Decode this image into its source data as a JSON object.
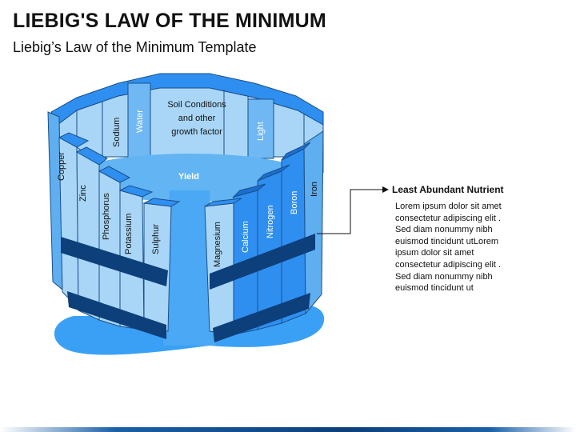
{
  "header": {
    "title": "LIEBIG'S LAW OF THE MINIMUM",
    "subtitle": "Liebig’s Law of the Minimum Template"
  },
  "diagram": {
    "center_title": [
      "Soil Conditions",
      "and other",
      "growth factor"
    ],
    "yield_label": "Yield",
    "staves": {
      "sodium": "Sodium",
      "water": "Water",
      "light": "Light",
      "copper": "Copper",
      "zinc": "Zinc",
      "phosphorus": "Phosphorus",
      "potassium": "Potassium",
      "sulphur": "Sulphur",
      "magnesium": "Magnesium",
      "calcium": "Calcium",
      "nitrogen": "Nitrogen",
      "boron": "Boron",
      "iron": "Iron"
    }
  },
  "callout": {
    "title": "Least Abundant Nutrient",
    "body": "Lorem ipsum dolor sit amet consectetur adipiscing elit . Sed diam nonummy nibh euismod tincidunt utLorem ipsum dolor sit amet consectetur adipiscing elit . Sed diam nonummy nibh euismod tincidunt ut"
  },
  "colors": {
    "light_blue": "#a9d6f7",
    "mid_blue": "#5eaef0",
    "bright_blue": "#2f8ff0",
    "dark_band": "#0d3f7a",
    "outline": "#1b4f8a"
  }
}
